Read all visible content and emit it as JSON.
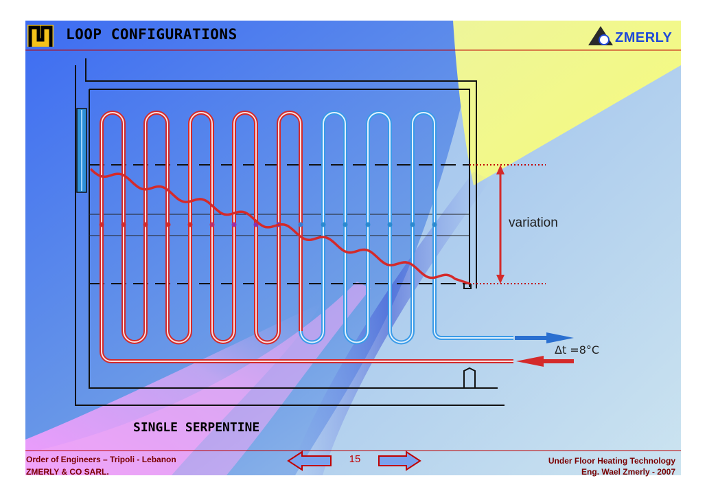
{
  "header": {
    "title": "LOOP CONFIGURATIONS",
    "brand": "ZMERLY"
  },
  "diagram": {
    "subtitle": "SINGLE SERPENTINE",
    "variation_label": "variation",
    "delta_t_label": "Δt =8°C"
  },
  "footer": {
    "left_line1": "Order of Engineers – Tripoli - Lebanon",
    "left_line2": "ZMERLY & CO SARL.",
    "page_number": "15",
    "right_line1": "Under Floor Heating Technology",
    "right_line2": "Eng. Wael Zmerly - 2007"
  },
  "colors": {
    "hot": "#d42a2a",
    "cold": "#3a9be8",
    "rule": "#c00000",
    "accent_blue": "#1e49d8"
  }
}
